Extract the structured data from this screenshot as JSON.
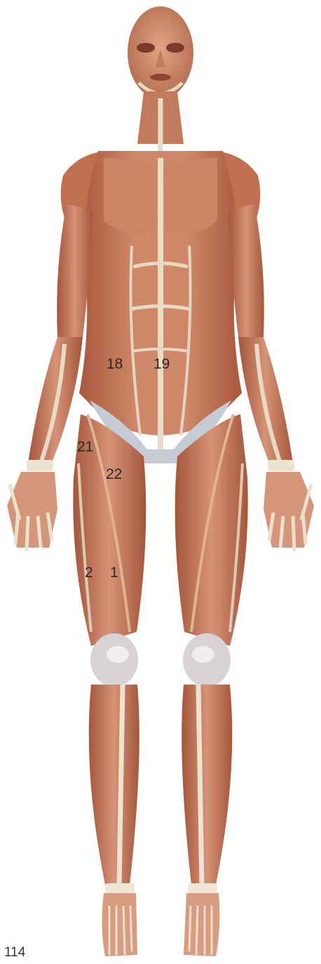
{
  "colors": {
    "muscle": "#c97a5c",
    "muscle_dark": "#a85a40",
    "muscle_light": "#e0a183",
    "tendon": "#e8dcc8",
    "fascia": "#c9cfd8",
    "label_text": "#2a2a2a"
  },
  "labels": {
    "l18": "18",
    "l19": "19",
    "l21": "21",
    "l22": "22",
    "l2": "2",
    "l1": "1"
  },
  "page_number": "114"
}
